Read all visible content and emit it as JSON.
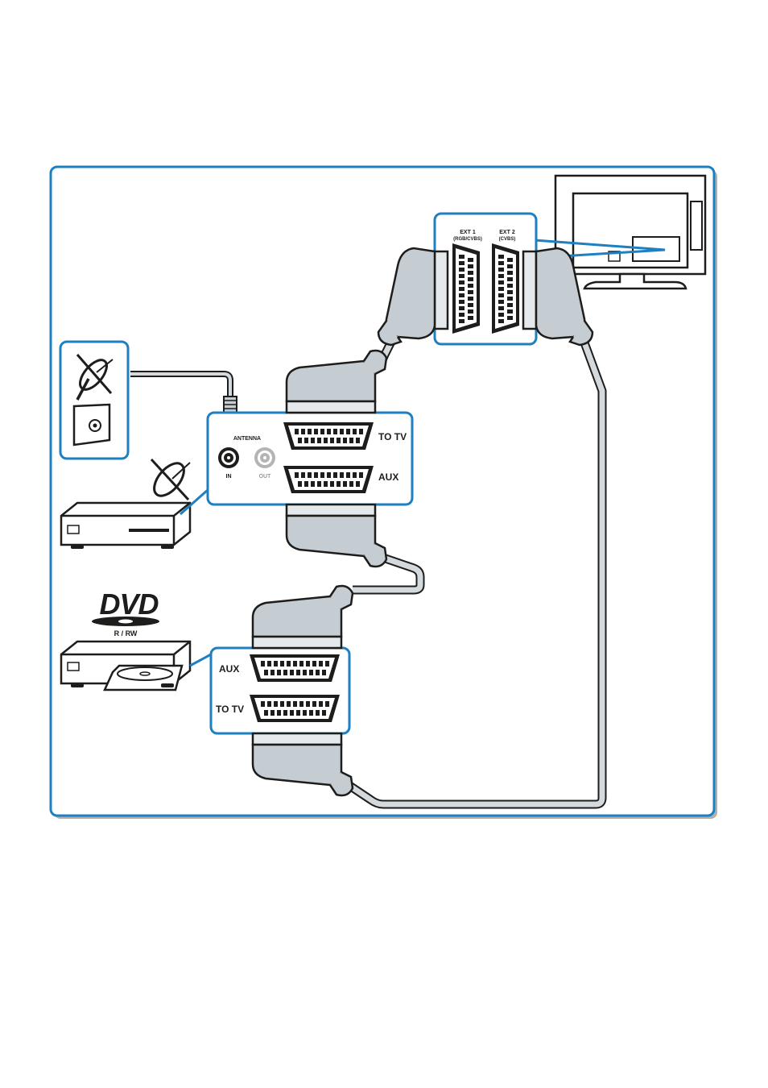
{
  "tv_panel": {
    "ext1_label": "EXT 1",
    "ext1_sub": "(RGB/CVBS)",
    "ext2_label": "EXT 2",
    "ext2_sub": "(CVBS)"
  },
  "receiver_panel": {
    "antenna_label": "ANTENNA",
    "in_label": "IN",
    "out_label": "OUT",
    "to_tv_label": "TO TV",
    "aux_label": "AUX"
  },
  "dvd_panel": {
    "logo_text": "DVD",
    "logo_sub": "R / RW",
    "aux_label": "AUX",
    "to_tv_label": "TO TV"
  },
  "colors": {
    "frame_blue": "#1e7fc1",
    "device_grey": "#c5ccd2",
    "line_dark": "#1d1d1b"
  }
}
